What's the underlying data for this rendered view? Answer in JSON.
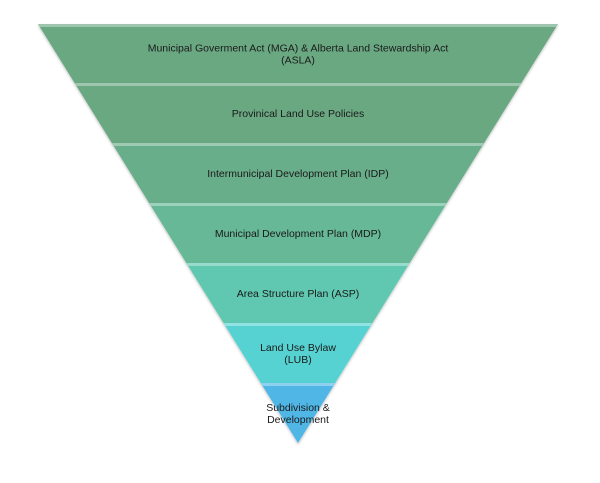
{
  "pyramid": {
    "tiers": [
      {
        "lines": [
          "Municipal Goverment Act (MGA) & Alberta Land Stewardship Act",
          "(ASLA)"
        ],
        "color": "#6aa882"
      },
      {
        "lines": [
          "Provinical Land Use Policies"
        ],
        "color": "#6aa882"
      },
      {
        "lines": [
          "Intermunicipal Development Plan (IDP)"
        ],
        "color": "#69ae8a"
      },
      {
        "lines": [
          "Municipal Development Plan (MDP)"
        ],
        "color": "#66b896"
      },
      {
        "lines": [
          "Area Structure Plan (ASP)"
        ],
        "color": "#60c8b0"
      },
      {
        "lines": [
          "Land Use Bylaw",
          "(LUB)"
        ],
        "color": "#56d2d2"
      },
      {
        "lines": [
          "Subdivision &",
          "Development"
        ],
        "color": "#4fb6e6"
      }
    ]
  }
}
